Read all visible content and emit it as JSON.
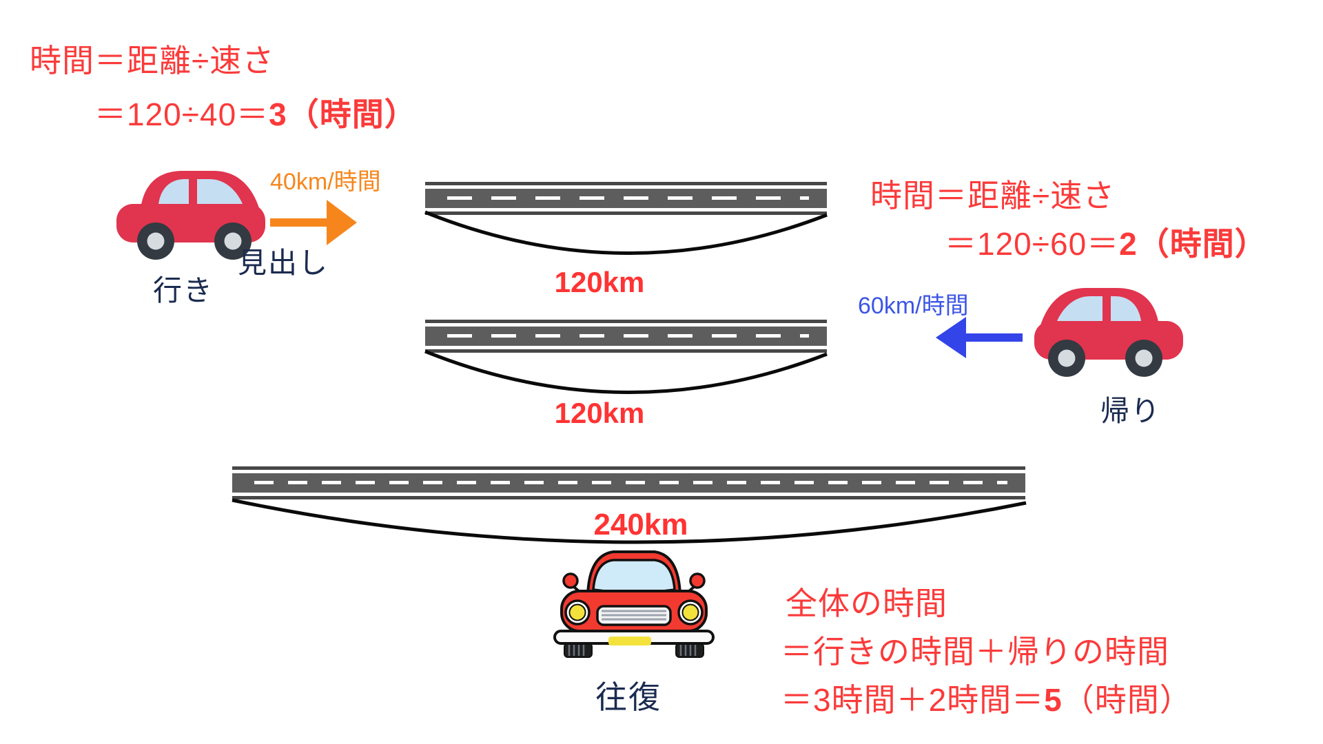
{
  "title": "speed-distance-time diagram",
  "colors": {
    "formula_red": "#FB3A3A",
    "distance_red": "#FF3333",
    "orange": "#F6861C",
    "blue_arrow": "#3344E8",
    "blue_text": "#3C55E6",
    "navy_label": "#1B2B50",
    "road_gray": "#5D5D5D",
    "car_red": "#E1344E"
  },
  "formulas": {
    "go": {
      "line1": "時間＝距離÷速さ",
      "line2": [
        {
          "t": "＝120÷40＝",
          "b": false
        },
        {
          "t": "3（時間）",
          "b": true
        }
      ]
    },
    "return": {
      "line1": "時間＝距離÷速さ",
      "line2": [
        {
          "t": "＝120÷60＝",
          "b": false
        },
        {
          "t": "2（時間）",
          "b": true
        }
      ]
    },
    "total": {
      "line1": "全体の時間",
      "line2": [
        {
          "t": "＝行きの時間＋帰りの時間",
          "b": false
        }
      ],
      "line3": [
        {
          "t": "＝3時間＋2時間＝",
          "b": false
        },
        {
          "t": "5",
          "b": true
        },
        {
          "t": "（時間）",
          "b": false
        }
      ]
    }
  },
  "labels": {
    "heading": "見出し",
    "go": "行き",
    "return": "帰り",
    "round_trip": "往復"
  },
  "speeds": {
    "go": "40km/時間",
    "return": "60km/時間"
  },
  "distances": {
    "go": "120km",
    "return": "120km",
    "round_trip": "240km"
  }
}
